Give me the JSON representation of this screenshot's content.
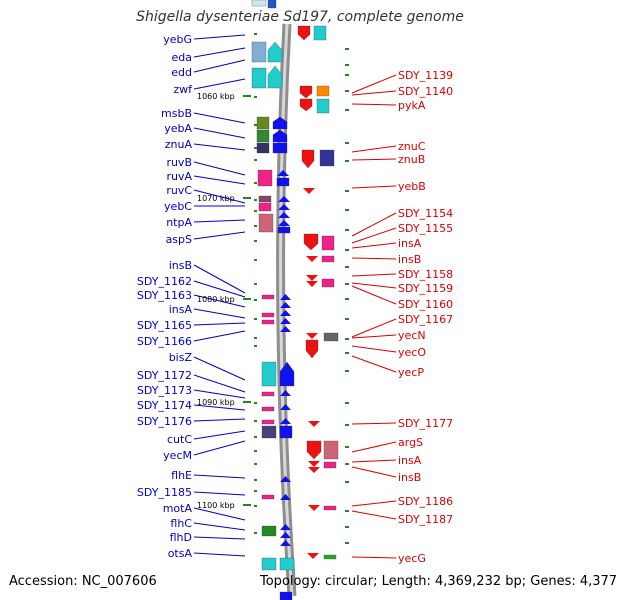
{
  "title": "Shigella dysenteriae Sd197, complete genome",
  "footer": {
    "accession": "Accession: NC_007606",
    "info": "Topology: circular; Length: 4,369,232 bp; Genes: 4,377"
  },
  "colors": {
    "left_label": "#0000cc",
    "right_label": "#dd0000",
    "backbone": "#999999",
    "tick": "#228822"
  },
  "kbp_markers": [
    {
      "label": "1060 kbp"
    },
    {
      "label": "1070 kbp"
    },
    {
      "label": "1080 kbp"
    },
    {
      "label": "1090 kbp"
    },
    {
      "label": "1100 kbp"
    }
  ],
  "left_genes": [
    "yebG",
    "eda",
    "edd",
    "zwf",
    "msbB",
    "yebA",
    "znuA",
    "ruvB",
    "ruvA",
    "ruvC",
    "yebC",
    "ntpA",
    "aspS",
    "insB",
    "SDY_1162",
    "SDY_1163",
    "insA",
    "SDY_1165",
    "SDY_1166",
    "bisZ",
    "SDY_1172",
    "SDY_1173",
    "SDY_1174",
    "SDY_1176",
    "cutC",
    "yecM",
    "flhE",
    "SDY_1185",
    "motA",
    "flhC",
    "flhD",
    "otsA"
  ],
  "right_genes": [
    "SDY_1139",
    "SDY_1140",
    "pykA",
    "znuC",
    "znuB",
    "yebB",
    "SDY_1154",
    "SDY_1155",
    "insA",
    "insB",
    "SDY_1158",
    "SDY_1159",
    "SDY_1160",
    "SDY_1167",
    "yecN",
    "yecO",
    "yecP",
    "SDY_1177",
    "argS",
    "insA",
    "insB",
    "SDY_1186",
    "SDY_1187",
    "yecG"
  ]
}
